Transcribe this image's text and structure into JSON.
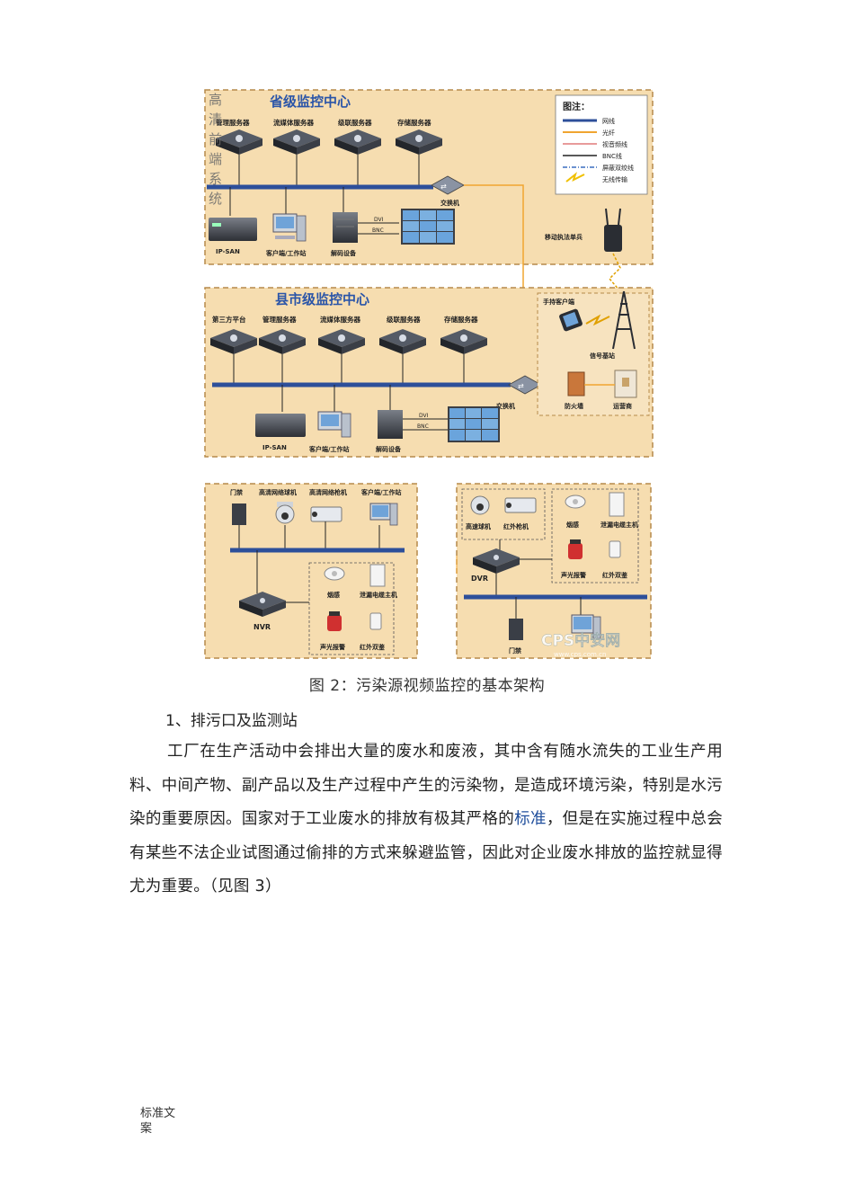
{
  "figure": {
    "provincial": {
      "title": "省级监控中心",
      "servers": [
        "管理服务器",
        "流媒体服务器",
        "级联服务器",
        "存储服务器"
      ],
      "switch": "交换机",
      "devices": [
        "IP-SAN",
        "客户端/工作站",
        "解码设备"
      ],
      "dvi": "DVI",
      "bnc": "BNC",
      "side_text": "高清前端系统"
    },
    "legend": {
      "title": "图注：",
      "items": [
        "网线",
        "光纤",
        "视音频线",
        "BNC线",
        "屏蔽双绞线",
        "无线传输"
      ]
    },
    "mobile": "移动执法单兵",
    "county": {
      "title": "县市级监控中心",
      "servers": [
        "第三方平台",
        "管理服务器",
        "流媒体服务器",
        "级联服务器",
        "存储服务器"
      ],
      "switch": "交换机",
      "devices": [
        "IP-SAN",
        "客户端/工作站",
        "解码设备"
      ],
      "dvi": "DVI",
      "bnc": "BNC"
    },
    "wireless": {
      "handheld": "手持客户端",
      "tower": "信号基站",
      "firewall": "防火墙",
      "operator": "运营商"
    },
    "site_left": {
      "top_labels": [
        "门禁",
        "高清网络球机",
        "高清网络枪机",
        "客户端/工作站"
      ],
      "nvr": "NVR",
      "sensors": [
        "烟感",
        "泄漏电缆主机",
        "声光报警",
        "红外双鉴"
      ]
    },
    "site_right": {
      "cams": [
        "高速球机",
        "红外枪机"
      ],
      "sensors": [
        "烟感",
        "泄漏电缆主机",
        "声光报警",
        "红外双鉴"
      ],
      "dvr": "DVR",
      "door": "门禁",
      "watermark": "CPS中安网",
      "watermark_url": "www.cps.com.cn"
    }
  },
  "caption": "图 2：污染源视频监控的基本架构",
  "heading": "1、排污口及监测站",
  "paragraph": {
    "before": "工厂在生产活动中会排出大量的废水和废液，其中含有随水流失的工业生产用料、中间产物、副产品以及生产过程中产生的污染物，是造成环境污染，特别是水污染的重要原因。国家对于工业废水的排放有极其严格的",
    "link": "标准",
    "after": "，但是在实施过程中总会有某些不法企业试图通过偷排的方式来躲避监管，因此对企业废水排放的监控就显得尤为重要。（见图 3）"
  },
  "footer": "标准文案",
  "colors": {
    "panel_fill": "#f6ddb0",
    "panel_border": "#b58a4a",
    "bus": "#2d4f9a",
    "fiber": "#f0a530",
    "title": "#2b55a8"
  }
}
